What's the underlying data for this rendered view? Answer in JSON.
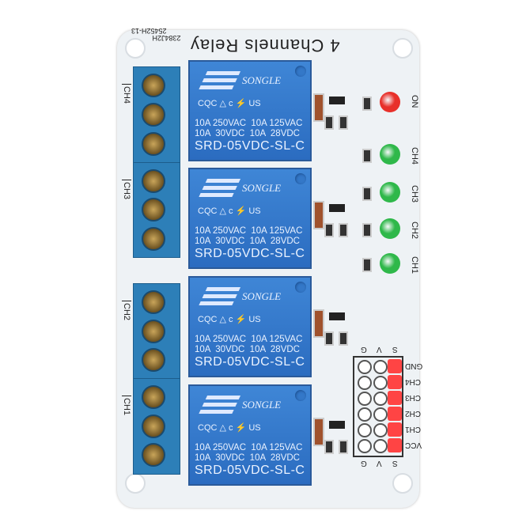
{
  "board": {
    "title": "4 Channels Relay",
    "codes": [
      "2384J2H",
      "25452H-13"
    ]
  },
  "relays": [
    {
      "brand": "SONGLE",
      "certs": "CQC  △   c ⚡ US",
      "spec": "10A 250VAC  10A 125VAC\n10A  30VDC  10A  28VDC",
      "model": "SRD-05VDC-SL-C"
    },
    {
      "brand": "SONGLE",
      "certs": "CQC  △   c ⚡ US",
      "spec": "10A 250VAC  10A 125VAC\n10A  30VDC  10A  28VDC",
      "model": "SRD-05VDC-SL-C"
    },
    {
      "brand": "SONGLE",
      "certs": "CQC  △   c ⚡ US",
      "spec": "10A 250VAC  10A 125VAC\n10A  30VDC  10A  28VDC",
      "model": "SRD-05VDC-SL-C"
    },
    {
      "brand": "SONGLE",
      "certs": "CQC  △   c ⚡ US",
      "spec": "10A 250VAC  10A 125VAC\n10A  30VDC  10A  28VDC",
      "model": "SRD-05VDC-SL-C"
    }
  ],
  "terminal_labels": [
    "CH4",
    "CH3",
    "CH2",
    "CH1"
  ],
  "leds": [
    {
      "label": "ON",
      "color": "#e8302a"
    },
    {
      "label": "CH4",
      "color": "#2fb84a"
    },
    {
      "label": "CH3",
      "color": "#2fb84a"
    },
    {
      "label": "CH2",
      "color": "#2fb84a"
    },
    {
      "label": "CH1",
      "color": "#2fb84a"
    }
  ],
  "header": {
    "col_labels": [
      "G",
      "V",
      "S"
    ],
    "row_labels": [
      "GND",
      "CH4",
      "CH3",
      "CH2",
      "CH1",
      "VCC"
    ]
  }
}
